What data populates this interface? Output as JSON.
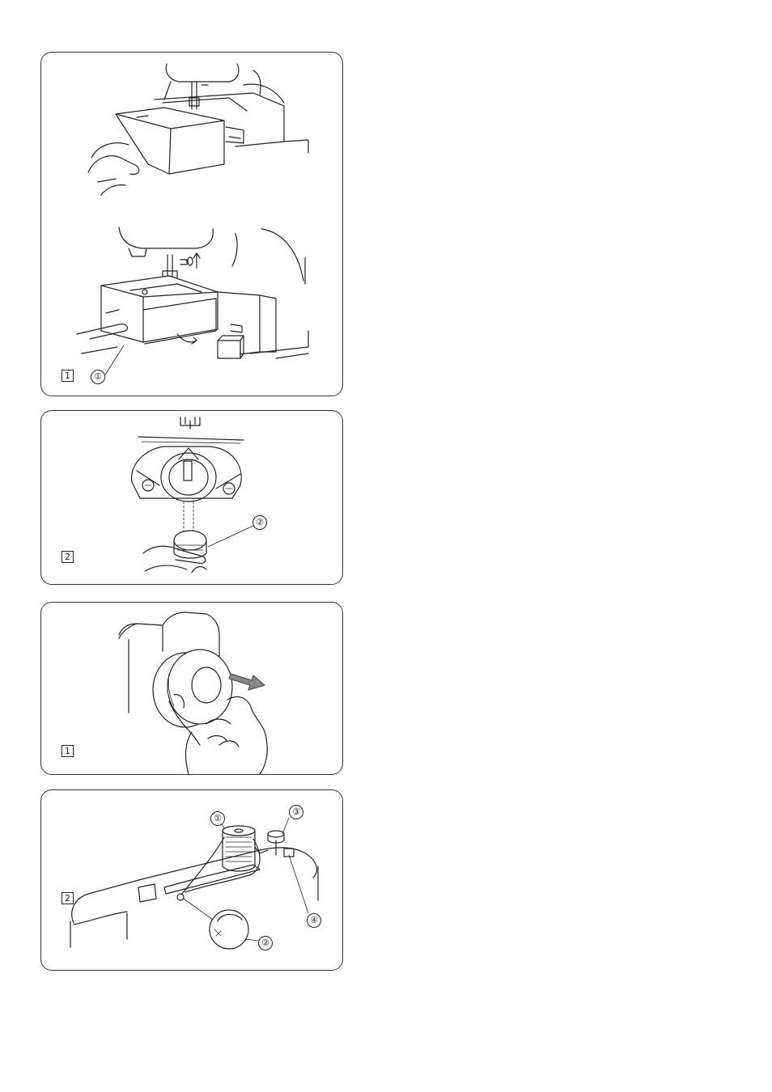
{
  "panels": [
    {
      "step": "1",
      "callouts": [
        "①"
      ]
    },
    {
      "step": "2",
      "callouts": [
        "②"
      ]
    },
    {
      "step": "1",
      "callouts": []
    },
    {
      "step": "2",
      "callouts": [
        "①",
        "②",
        "③",
        "④"
      ]
    }
  ]
}
